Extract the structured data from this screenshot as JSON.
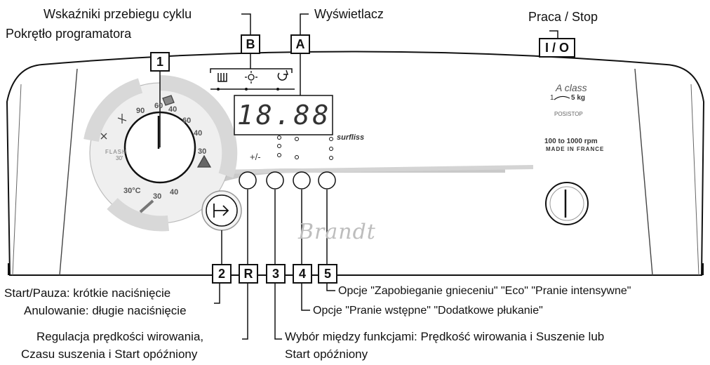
{
  "labels": {
    "cycle_indicators": "Wskaźniki przebiegu cyklu",
    "display": "Wyświetlacz",
    "program_knob": "Pokrętło programatora",
    "power": "Praca / Stop",
    "start_pause_1": "Start/Pauza: krótkie naciśnięcie",
    "start_pause_2": "Anulowanie: długie naciśnięcie",
    "spin_adjust_1": "Regulacja prędkości wirowania,",
    "spin_adjust_2": "Czasu suszenia i Start opóźniony",
    "options5": "Opcje \"Zapobieganie gnieceniu\" \"Eco\" \"Pranie intensywne\"",
    "options4": "Opcje \"Pranie wstępne\" \"Dodatkowe płukanie\"",
    "choice_1": "Wybór między funkcjami: Prędkość wirowania i Suszenie lub",
    "choice_2": "Start opóźniony"
  },
  "callouts": {
    "b": "B",
    "a": "A",
    "one": "1",
    "io": "I / O",
    "two": "2",
    "r": "R",
    "three": "3",
    "four": "4",
    "five": "5"
  },
  "panel": {
    "display_value": "18.88",
    "brand": "Brandt",
    "aclass": "A class",
    "capacity_a": "1",
    "capacity_b": "5 kg",
    "posistop": "POSISTOP",
    "rpm": "100 to 1000 rpm",
    "made_in": "MADE IN FRANCE",
    "surfliss": "surfliss",
    "plusminus": "+/-",
    "flash": "FLASH",
    "flash_time": "30'",
    "temp_30c": "30°C"
  },
  "dial_numbers": [
    "90",
    "60",
    "40",
    "60",
    "40",
    "30",
    "30",
    "40"
  ]
}
